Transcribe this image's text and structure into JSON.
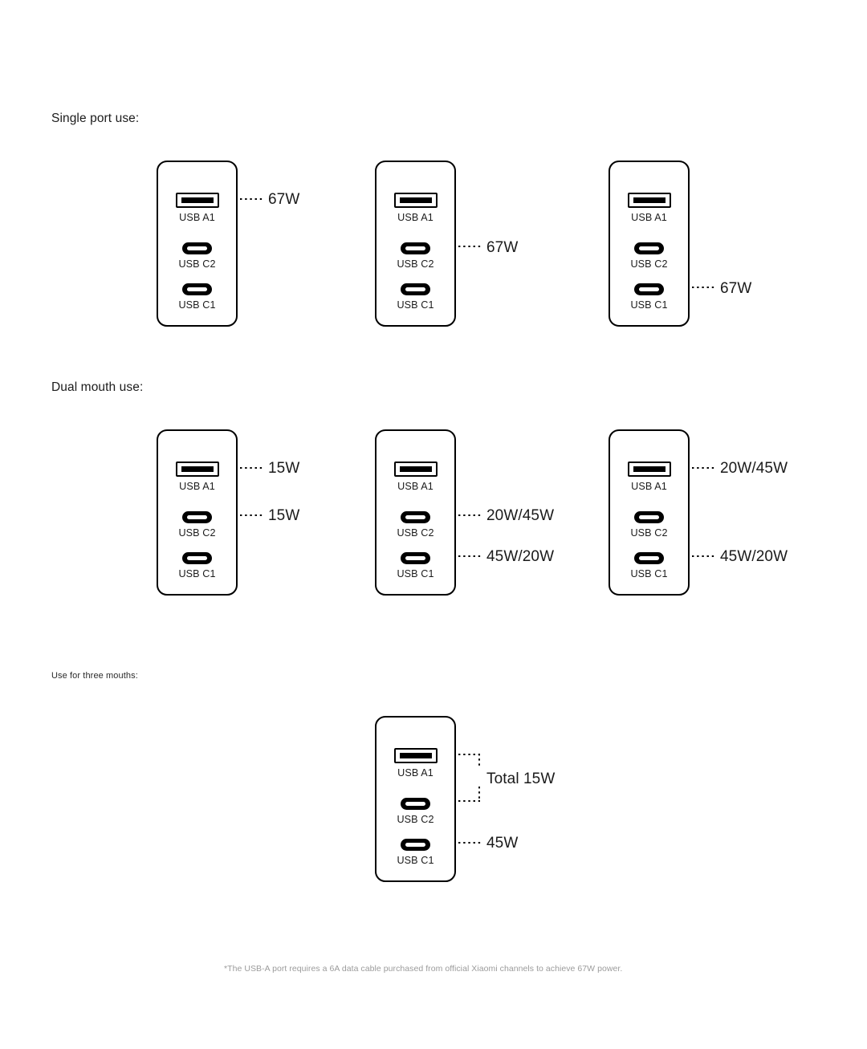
{
  "page": {
    "background": "#ffffff",
    "ink": "#1a1a1a",
    "footnote_color": "#9b9b9b"
  },
  "sections": [
    {
      "id": "single",
      "label": "Single port use:"
    },
    {
      "id": "dual",
      "label": "Dual mouth use:"
    },
    {
      "id": "triple",
      "label": "Use for three mouths:"
    }
  ],
  "port_names": {
    "a1": "USB A1",
    "c2": "USB C2",
    "c1": "USB C1"
  },
  "icons": {
    "usb_a": "usb-a-port-icon",
    "usb_c": "usb-c-port-icon"
  },
  "diagrams": [
    {
      "id": "single-a1",
      "section": "single",
      "ports": [
        "USB A1",
        "USB C2",
        "USB C1"
      ],
      "active_port": "USB A1",
      "power": "67W"
    },
    {
      "id": "single-c2",
      "section": "single",
      "ports": [
        "USB A1",
        "USB C2",
        "USB C1"
      ],
      "active_port": "USB C2",
      "power": "67W"
    },
    {
      "id": "single-c1",
      "section": "single",
      "ports": [
        "USB A1",
        "USB C2",
        "USB C1"
      ],
      "active_port": "USB C1",
      "power": "67W"
    },
    {
      "id": "dual-a1-c2",
      "section": "dual",
      "ports": [
        "USB A1",
        "USB C2",
        "USB C1"
      ],
      "power_a1": "15W",
      "power_c2": "15W"
    },
    {
      "id": "dual-c2-c1",
      "section": "dual",
      "ports": [
        "USB A1",
        "USB C2",
        "USB C1"
      ],
      "power_c2": "20W/45W",
      "power_c1": "45W/20W"
    },
    {
      "id": "dual-a1-c1",
      "section": "dual",
      "ports": [
        "USB A1",
        "USB C2",
        "USB C1"
      ],
      "power_a1": "20W/45W",
      "power_c1": "45W/20W"
    },
    {
      "id": "triple-all",
      "section": "triple",
      "ports": [
        "USB A1",
        "USB C2",
        "USB C1"
      ],
      "power_combined": "Total 15W",
      "power_c1": "45W"
    }
  ],
  "footnote": "*The USB-A port requires a 6A data cable purchased from official Xiaomi channels to achieve 67W power."
}
